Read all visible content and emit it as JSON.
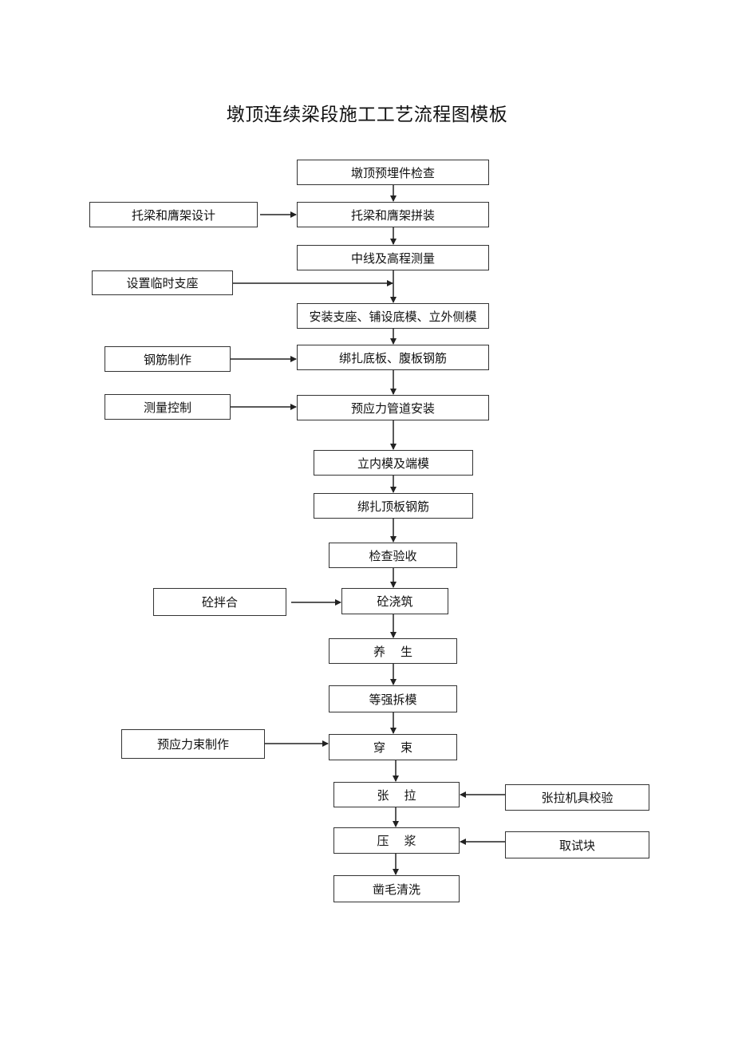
{
  "title": "墩顶连续梁段施工工艺流程图模板",
  "main_steps": [
    "墩顶预埋件检查",
    "托梁和膺架拼装",
    "中线及高程测量",
    "安装支座、铺设底模、立外侧模",
    "绑扎底板、腹板钢筋",
    "预应力管道安装",
    "立内模及端模",
    "绑扎顶板钢筋",
    "检查验收",
    "砼浇筑",
    "养    生",
    "等强拆模",
    "穿    束",
    "张    拉",
    "压    浆",
    "凿毛清洗"
  ],
  "side_inputs": [
    "托梁和膺架设计",
    "设置临时支座",
    "钢筋制作",
    "测量控制",
    "砼拌合",
    "预应力束制作",
    "张拉机具校验",
    "取试块"
  ]
}
